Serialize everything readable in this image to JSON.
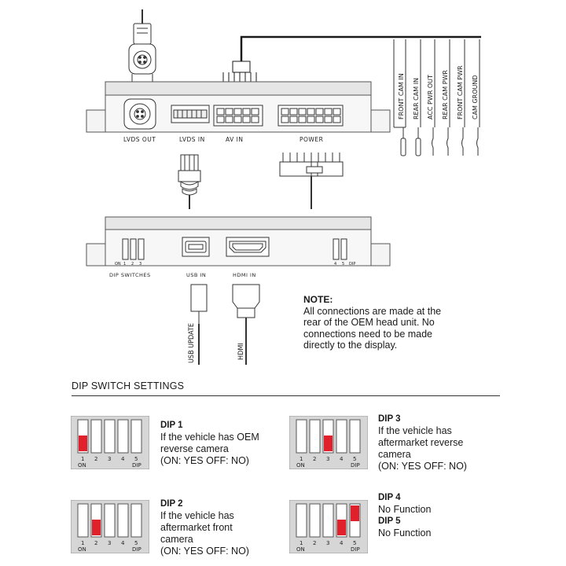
{
  "ports": {
    "lvds_out": "LVDS OUT",
    "lvds_in": "LVDS IN",
    "av_in": "AV IN",
    "power": "POWER",
    "dip_switches": "DIP SWITCHES",
    "usb_in": "USB IN",
    "hdmi_in": "HDMI IN"
  },
  "wires": [
    "FRONT CAM IN",
    "REAR CAM IN",
    "ACC PWR OUT",
    "REAR CAM PWR",
    "FRONT CAM PWR",
    "CAM GROUND"
  ],
  "cables": {
    "usb": "USB UPDATE",
    "hdmi": "HDMI"
  },
  "module_dip": {
    "on": "ON",
    "nums": [
      "1",
      "2",
      "3",
      "4",
      "5"
    ],
    "dip": "DIP"
  },
  "note": {
    "title": "NOTE:",
    "lines": [
      "All connections are made at the",
      "rear of the OEM head unit.  No",
      "connections need to be made",
      "directly to the display."
    ]
  },
  "settings": {
    "title": "DIP SWITCH SETTINGS",
    "on_label": "ON",
    "dip_label": "DIP",
    "switch_numbers": [
      "1",
      "2",
      "3",
      "4",
      "5"
    ],
    "accent_color": "#e0202a",
    "items": [
      {
        "name": "DIP 1",
        "lines": [
          "If the vehicle has OEM",
          "reverse camera",
          "(ON: YES  OFF: NO)"
        ],
        "on_switches": [
          1
        ]
      },
      {
        "name": "DIP 2",
        "lines": [
          "If the vehicle has",
          "aftermarket front",
          "camera",
          "(ON: YES  OFF: NO)"
        ],
        "on_switches": [
          2
        ]
      },
      {
        "name": "DIP 3",
        "lines": [
          "If the vehicle has",
          "aftermarket reverse",
          "camera",
          "(ON: YES OFF: NO)"
        ],
        "on_switches": [
          3
        ]
      },
      {
        "name": "DIP 4",
        "lines": [
          "No Function"
        ],
        "on_switches": [
          4
        ]
      },
      {
        "name": "DIP 5",
        "lines": [
          "No Function"
        ],
        "on_switches": [
          5
        ]
      }
    ]
  }
}
